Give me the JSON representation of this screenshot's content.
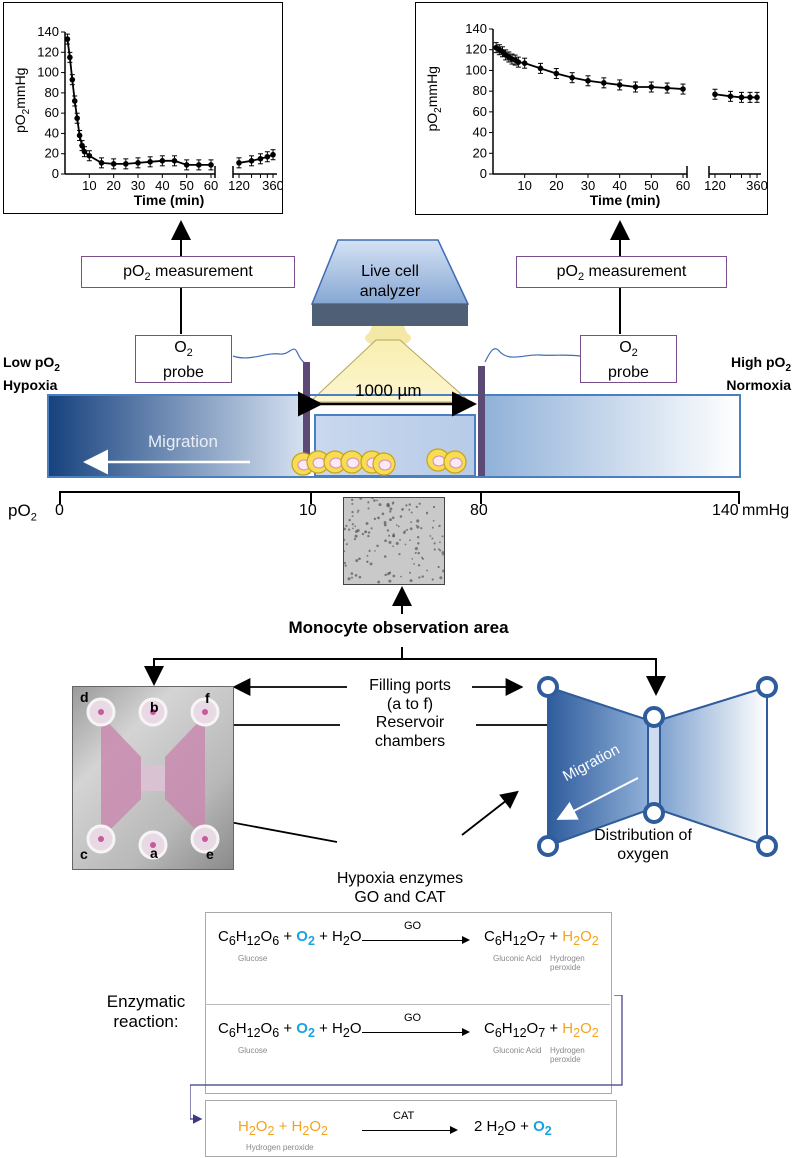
{
  "charts": {
    "left": {
      "ylabel_main": "pO",
      "ylabel_sub": "2",
      "ylabel_unit": "mmHg",
      "xlabel": "Time (min)",
      "y_ticks": [
        "0",
        "20",
        "40",
        "60",
        "80",
        "100",
        "120",
        "140"
      ],
      "x_ticks_left": [
        "10",
        "20",
        "30",
        "40",
        "50",
        "60"
      ],
      "x_ticks_right": [
        "120",
        "360"
      ]
    },
    "right": {
      "ylabel_main": "pO",
      "ylabel_sub": "2",
      "ylabel_unit": "mmHg",
      "xlabel": "Time (min)",
      "y_ticks": [
        "0",
        "20",
        "40",
        "60",
        "80",
        "100",
        "120",
        "140"
      ],
      "x_ticks_left": [
        "10",
        "20",
        "30",
        "40",
        "50",
        "60"
      ],
      "x_ticks_right": [
        "120",
        "360"
      ]
    }
  },
  "chart_data": [
    {
      "type": "line",
      "xlabel": "Time (min)",
      "ylabel": "pO2mmHg",
      "ylim": [
        0,
        140
      ],
      "x": [
        1,
        2,
        3,
        4,
        5,
        6,
        7,
        8,
        10,
        15,
        20,
        25,
        30,
        35,
        40,
        45,
        50,
        55,
        60,
        120,
        180,
        240,
        300,
        360
      ],
      "values": [
        133,
        115,
        93,
        72,
        55,
        38,
        28,
        22,
        18,
        11,
        10,
        10,
        11,
        12,
        13,
        13,
        9,
        9,
        9,
        11,
        13,
        15,
        17,
        19
      ]
    },
    {
      "type": "line",
      "xlabel": "Time (min)",
      "ylabel": "pO2mmHg",
      "ylim": [
        0,
        140
      ],
      "x": [
        1,
        2,
        3,
        4,
        5,
        6,
        7,
        8,
        10,
        15,
        20,
        25,
        30,
        35,
        40,
        45,
        50,
        55,
        60,
        120,
        180,
        240,
        300,
        360
      ],
      "values": [
        122,
        120,
        118,
        115,
        113,
        111,
        110,
        108,
        107,
        102,
        97,
        93,
        90,
        88,
        86,
        84,
        84,
        83,
        82,
        77,
        75,
        74,
        74,
        74
      ]
    }
  ],
  "labels": {
    "po2_measure": "pO",
    "po2_measure_sub": "2",
    "po2_measure_rest": " measurement",
    "probe_line1_main": "O",
    "probe_line1_sub": "2",
    "probe_line2": "probe",
    "live_cell": "Live cell analyzer",
    "low_po2_main": "Low pO",
    "low_po2_sub": "2",
    "hypoxia": "Hypoxia",
    "high_po2_main": "High pO",
    "high_po2_sub": "2",
    "normoxia": "Normoxia",
    "distance": "1000 µm",
    "migration": "Migration",
    "axis_po2_main": "pO",
    "axis_po2_sub": "2",
    "axis_0": "0",
    "axis_10": "10",
    "axis_80": "80",
    "axis_140": "140",
    "axis_unit": "mmHg",
    "monocyte": "Monocyte observation area",
    "filling_ports": "Filling ports\n(a to f)",
    "reservoir": "Reservoir\nchambers",
    "hypoxia_enzymes": "Hypoxia enzymes\nGO and CAT",
    "distribution": "Distribution of\noxygen",
    "migration2": "Migration",
    "enzymatic": "Enzymatic\nreaction:",
    "ports": {
      "a": "a",
      "b": "b",
      "c": "c",
      "d": "d",
      "e": "e",
      "f": "f"
    }
  },
  "reactions": {
    "glucose": "Glucose",
    "gluconic": "Gluconic Acid",
    "hperox": "Hydrogen peroxide",
    "go": "GO",
    "cat": "CAT",
    "plus_o2": "O",
    "o2_sub": "2",
    "h2o": "H",
    "h2o_sub": "2",
    "h2o_o": "O",
    "c6": "C",
    "s6": "6",
    "h12": "H",
    "s12": "12",
    "o6": "O",
    "o7": "O",
    "s7": "7",
    "h2o2": "H",
    "two_h2o": "2 H",
    "colors": {
      "o2": "#1aa3e0",
      "h2o2": "#f5a31a"
    }
  },
  "colors": {
    "accent_blue": "#2f5c9c",
    "box_border": "#7a4f8c",
    "chamber_pink": "#c98bb0"
  }
}
